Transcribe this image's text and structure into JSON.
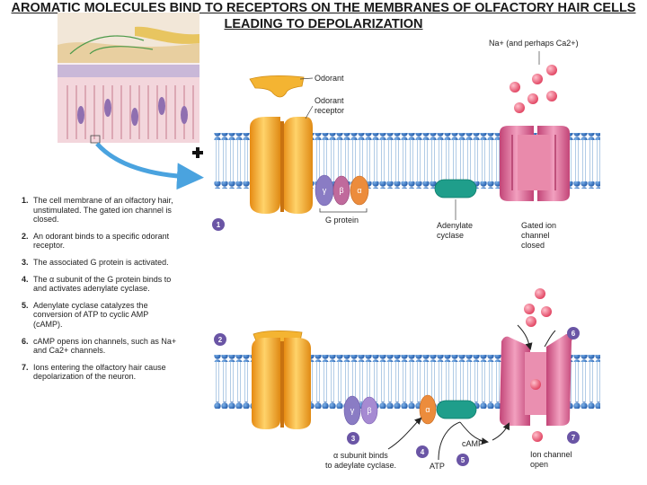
{
  "title": {
    "line1": "AROMATIC MOLECULES BIND TO RECEPTORS ON THE MEMBRANES OF OLFACTORY HAIR CELLS",
    "line2": "LEADING TO DEPOLARIZATION"
  },
  "steps": [
    {
      "num": "1.",
      "text": "The cell membrane of an olfactory hair, unstimulated. The gated ion channel is closed."
    },
    {
      "num": "2.",
      "text": "An odorant binds to a specific odorant receptor."
    },
    {
      "num": "3.",
      "text": "The associated G protein is activated."
    },
    {
      "num": "4.",
      "text": "The α subunit of the G protein binds to and activates adenylate cyclase."
    },
    {
      "num": "5.",
      "text": "Adenylate cyclase catalyzes the conversion of ATP to cyclic AMP (cAMP)."
    },
    {
      "num": "6.",
      "text": "cAMP opens ion channels, such as Na+ and Ca2+ channels."
    },
    {
      "num": "7.",
      "text": "Ions entering the olfactory hair cause depolarization of the neuron."
    }
  ],
  "labels": {
    "ions": "Na+ (and perhaps Ca2+)",
    "odorant": "Odorant",
    "odorant_receptor_1": "Odorant",
    "odorant_receptor_2": "receptor",
    "g_protein": "G protein",
    "adenylate_1": "Adenylate",
    "adenylate_2": "cyclase",
    "gated_1": "Gated ion",
    "gated_2": "channel",
    "gated_3": "closed",
    "gamma": "γ",
    "beta": "β",
    "alpha": "α",
    "alpha_binds_1": "α subunit binds",
    "alpha_binds_2": "to adeylate cyclase.",
    "atp": "ATP",
    "camp": "cAMP",
    "ion_open_1": "Ion channel",
    "ion_open_2": "open"
  },
  "badges": [
    "1",
    "2",
    "3",
    "4",
    "5",
    "6",
    "7"
  ],
  "colors": {
    "membrane_head": "#2e6fc2",
    "membrane_tail": "#c9dcef",
    "receptor": "#f2a62a",
    "channel": "#d65a86",
    "adenylate": "#1f9e8b",
    "ion": "#e8536e",
    "badge": "#6a55a5",
    "arrow": "#4aa3df"
  }
}
